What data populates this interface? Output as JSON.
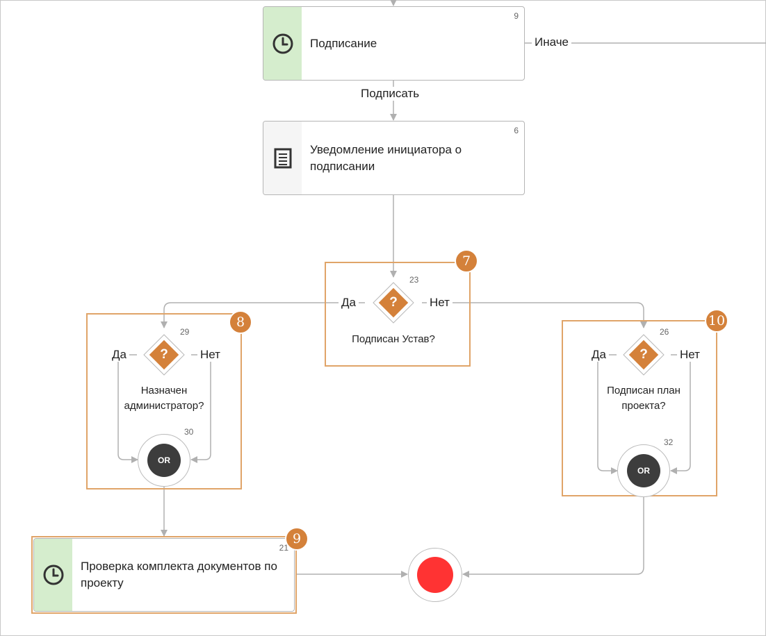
{
  "tasks": {
    "signing": {
      "title": "Подписание",
      "number": "9",
      "icon": "clock-icon"
    },
    "notify": {
      "title": "Уведомление инициатора о подписании",
      "number": "6",
      "icon": "document-icon"
    },
    "check": {
      "title": "Проверка комплекта документов по проекту",
      "number": "21",
      "icon": "clock-icon"
    }
  },
  "edges": {
    "otherwise": "Иначе",
    "sign": "Подписать"
  },
  "gateways": {
    "charter": {
      "number": "23",
      "question": "Подписан Устав?",
      "yes": "Да",
      "no": "Нет",
      "symbol": "?"
    },
    "admin": {
      "number": "29",
      "question": "Назначен администратор?",
      "yes": "Да",
      "no": "Нет",
      "symbol": "?"
    },
    "plan": {
      "number": "26",
      "question": "Подписан план проекта?",
      "yes": "Да",
      "no": "Нет",
      "symbol": "?"
    }
  },
  "joins": {
    "left": {
      "number": "30",
      "label": "OR"
    },
    "right": {
      "number": "32",
      "label": "OR"
    }
  },
  "badges": {
    "b7": "7",
    "b8": "8",
    "b9": "9",
    "b10": "10"
  },
  "colors": {
    "highlight": "#e0a468",
    "badge": "#d4813a",
    "gateway": "#d4813a",
    "wait_strip": "#d5edcd",
    "end_event": "#ff3333",
    "join": "#3d3d3d",
    "connector": "#b0b0b0"
  }
}
